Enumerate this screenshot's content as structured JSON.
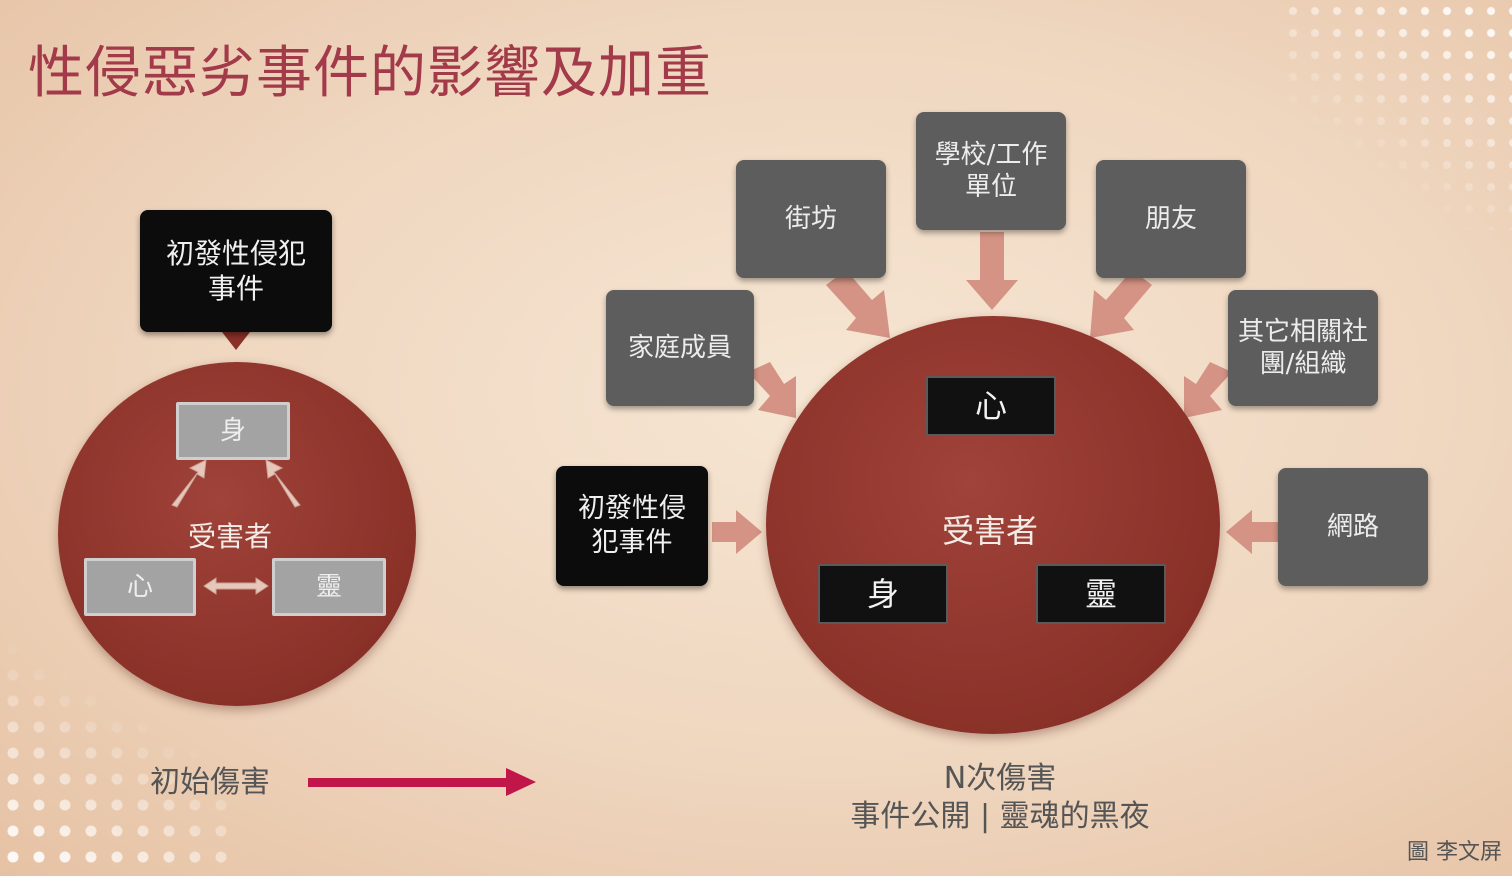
{
  "title": "性侵惡劣事件的影響及加重",
  "left_diagram": {
    "event": "初發性侵犯事件",
    "center_label": "受害者",
    "nodes": [
      "身",
      "心",
      "靈"
    ],
    "bottom_label": "初始傷害"
  },
  "right_diagram": {
    "event": "初發性侵犯事件",
    "center_label": "受害者",
    "nodes": [
      "心",
      "身",
      "靈"
    ],
    "sources": [
      "家庭成員",
      "街坊",
      "學校/工作單位",
      "朋友",
      "其它相關社團/組織",
      "網路"
    ],
    "caption_line1": "N次傷害",
    "caption_line2": "事件公開 | 靈魂的黑夜"
  },
  "credit": "圖 李文屏",
  "colors": {
    "title": "#a23a4a",
    "circle": "#8a3128",
    "arrow": "#c0164a",
    "arrow_pink": "#d98c7f"
  }
}
